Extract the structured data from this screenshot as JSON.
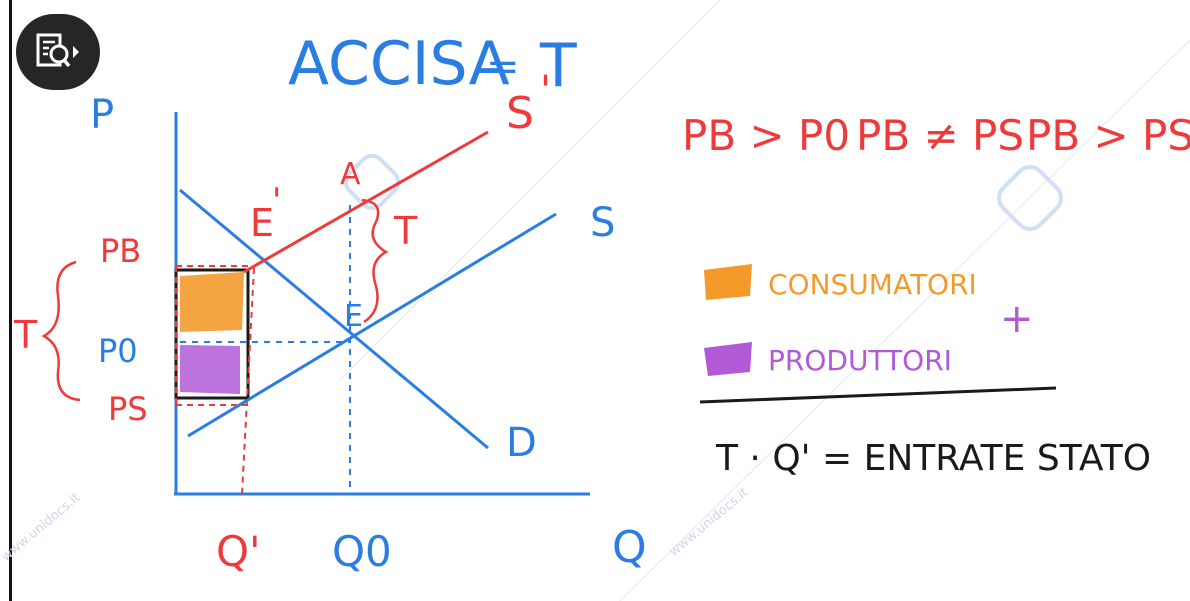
{
  "toolbar": {
    "viewer_icon": "document-preview-icon"
  },
  "colors": {
    "blue": "#2a7de1",
    "red": "#ee3a3a",
    "orange": "#f39a2b",
    "purple": "#b05ad6",
    "black": "#1a1a1a",
    "watermark": "#cfd6e6"
  },
  "diagram": {
    "title_left": "ACCISA",
    "title_eq": "=",
    "title_right": "T",
    "axis_p": "P",
    "axis_q": "Q",
    "curve_s_prime": "S",
    "curve_s_prime_mark": "'",
    "curve_s": "S",
    "curve_d": "D",
    "point_a": "A",
    "point_e": "E",
    "point_e_prime": "E",
    "point_e_prime_mark": "'",
    "tax_label_right": "T",
    "tax_label_left": "T",
    "price_b": "PB",
    "price_0": "P0",
    "price_s": "PS",
    "qty_prime": "Q'",
    "qty_0": "Q0"
  },
  "relations": {
    "r1": "PB > P0",
    "r2": "PB ≠ PS",
    "r3": "PB > PS"
  },
  "legend": {
    "consumers": "CONSUMATORI",
    "producers": "PRODUTTORI",
    "plus": "+",
    "revenue": "T · Q' = ENTRATE STATO"
  },
  "watermark": {
    "text": "www.unidocs.it"
  }
}
